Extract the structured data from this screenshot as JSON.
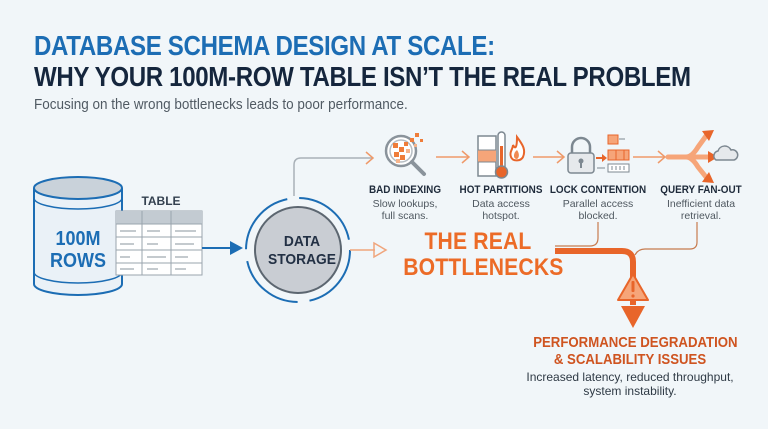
{
  "header": {
    "title_line1": "DATABASE SCHEMA DESIGN AT SCALE:",
    "title_line2": "WHY YOUR 100M-ROW TABLE ISN’T THE REAL PROBLEM",
    "subtitle": "Focusing on the wrong bottlenecks leads to poor performance."
  },
  "source": {
    "database_label_line1": "100M",
    "database_label_line2": "ROWS",
    "database_icon": "database-cylinder-icon",
    "table_label": "TABLE",
    "table_icon": "table-grid-icon"
  },
  "storage": {
    "label_line1": "DATA",
    "label_line2": "STORAGE"
  },
  "bottlenecks": [
    {
      "title": "BAD INDEXING",
      "desc_line1": "Slow lookups,",
      "desc_line2": "full scans.",
      "icon": "magnifier-pixel-icon"
    },
    {
      "title": "HOT PARTITIONS",
      "desc_line1": "Data access",
      "desc_line2": "hotspot.",
      "icon": "thermometer-flame-icon"
    },
    {
      "title": "LOCK CONTENTION",
      "desc_line1": "Parallel access",
      "desc_line2": "blocked.",
      "icon": "padlock-icon"
    },
    {
      "title": "QUERY FAN-OUT",
      "desc_line1": "Inefficient data",
      "desc_line2": "retrieval.",
      "icon": "fan-out-arrows-icon"
    }
  ],
  "real_bottlenecks": {
    "line1": "THE REAL",
    "line2": "BOTTLENECKS"
  },
  "outcome": {
    "title_line1": "PERFORMANCE DEGRADATION",
    "title_line2": "& SCALABILITY ISSUES",
    "desc_line1": "Increased latency, reduced throughput,",
    "desc_line2": "system instability.",
    "icon": "warning-triangle-icon"
  },
  "colors": {
    "primary_blue": "#1c6db4",
    "dark_navy": "#15263d",
    "accent_orange": "#ec6b27",
    "deep_orange": "#cf5420",
    "background": "#f1f6f9"
  }
}
